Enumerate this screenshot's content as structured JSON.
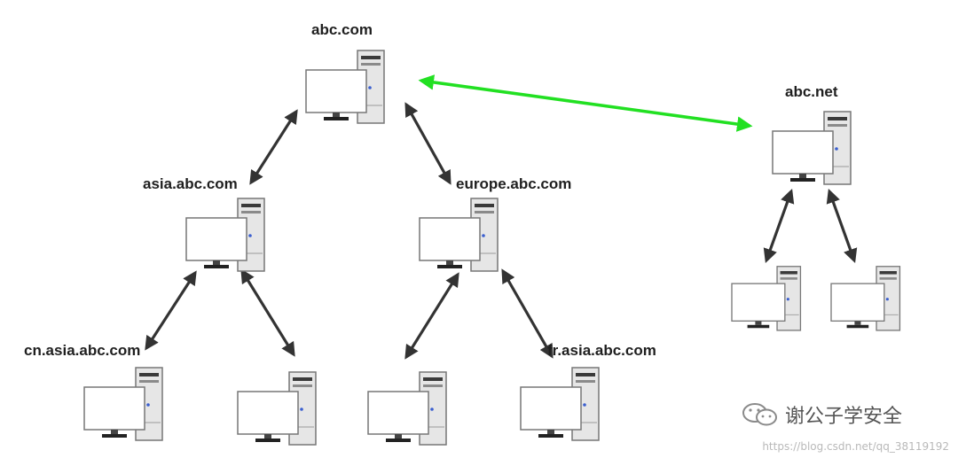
{
  "diagram": {
    "nodes": [
      {
        "id": "abc-com",
        "label": "abc.com"
      },
      {
        "id": "asia",
        "label": "asia.abc.com"
      },
      {
        "id": "europe",
        "label": "europe.abc.com"
      },
      {
        "id": "cn",
        "label": "cn.asia.abc.com"
      },
      {
        "id": "asia-2",
        "label": ""
      },
      {
        "id": "europe-1",
        "label": ""
      },
      {
        "id": "fr",
        "label": "fr.asia.abc.com"
      },
      {
        "id": "abc-net",
        "label": "abc.net"
      },
      {
        "id": "net-1",
        "label": ""
      },
      {
        "id": "net-2",
        "label": ""
      }
    ],
    "links": [
      {
        "from": "abc-com",
        "to": "abc-net",
        "kind": "trust",
        "color": "#22e022"
      },
      {
        "from": "abc-com",
        "to": "asia",
        "kind": "parent-child",
        "color": "#333333"
      },
      {
        "from": "abc-com",
        "to": "europe",
        "kind": "parent-child",
        "color": "#333333"
      },
      {
        "from": "asia",
        "to": "cn",
        "kind": "parent-child",
        "color": "#333333"
      },
      {
        "from": "asia",
        "to": "asia-2",
        "kind": "parent-child",
        "color": "#333333"
      },
      {
        "from": "europe",
        "to": "europe-1",
        "kind": "parent-child",
        "color": "#333333"
      },
      {
        "from": "europe",
        "to": "fr",
        "kind": "parent-child",
        "color": "#333333"
      },
      {
        "from": "abc-net",
        "to": "net-1",
        "kind": "parent-child",
        "color": "#333333"
      },
      {
        "from": "abc-net",
        "to": "net-2",
        "kind": "parent-child",
        "color": "#333333"
      }
    ]
  },
  "watermark": {
    "icon": "wechat-icon",
    "text": "谢公子学安全",
    "credit": "https://blog.csdn.net/qq_38119192"
  },
  "colors": {
    "trust_link": "#22e022",
    "tree_link": "#333333",
    "text": "#1f1f1f"
  }
}
